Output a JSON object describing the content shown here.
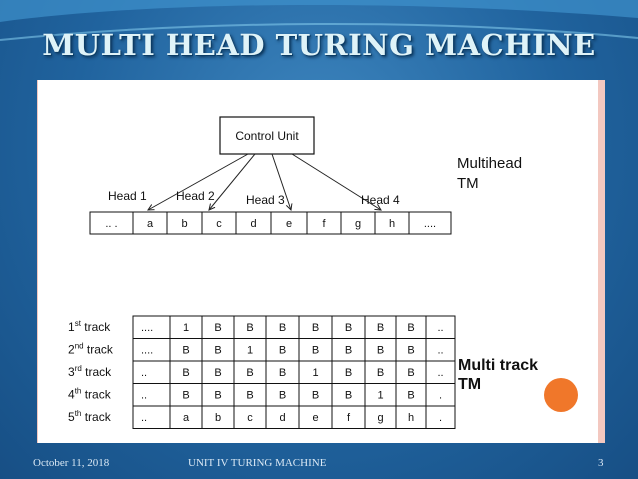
{
  "slide": {
    "title": "MULTI HEAD TURING MACHINE",
    "footer_date": "October 11, 2018",
    "footer_center": "UNIT IV TURING MACHINE",
    "page_number": "3"
  },
  "multihead": {
    "control_unit": "Control Unit",
    "heads": [
      "Head 1",
      "Head 2",
      "Head 3",
      "Head 4"
    ],
    "tape": [
      ".. .",
      "a",
      "b",
      "c",
      "d",
      "e",
      "f",
      "g",
      "h",
      "...."
    ],
    "label_line1": "Multihead",
    "label_line2": "TM"
  },
  "multitrack": {
    "tracks": [
      {
        "num": "1",
        "suffix": "st",
        "label": " track",
        "cells": [
          "....",
          "1",
          "B",
          "B",
          "B",
          "B",
          "B",
          "B",
          "B",
          ".."
        ]
      },
      {
        "num": "2",
        "suffix": "nd",
        "label": " track",
        "cells": [
          "....",
          "B",
          "B",
          "1",
          "B",
          "B",
          "B",
          "B",
          "B",
          ".."
        ]
      },
      {
        "num": "3",
        "suffix": "rd",
        "label": " track",
        "cells": [
          "..",
          "B",
          "B",
          "B",
          "B",
          "1",
          "B",
          "B",
          "B",
          ".."
        ]
      },
      {
        "num": "4",
        "suffix": "th",
        "label": " track",
        "cells": [
          "..",
          "B",
          "B",
          "B",
          "B",
          "B",
          "B",
          "1",
          "B",
          "."
        ]
      },
      {
        "num": "5",
        "suffix": "th",
        "label": " track",
        "cells": [
          "..",
          "a",
          "b",
          "c",
          "d",
          "e",
          "f",
          "g",
          "h",
          "."
        ]
      }
    ],
    "label_line1": "Multi track",
    "label_line2": "TM"
  },
  "colors": {
    "background": "#20639e",
    "title": "#dff3f8",
    "panel_border": "#f3c8c0",
    "accent_circle": "#f0772a"
  }
}
